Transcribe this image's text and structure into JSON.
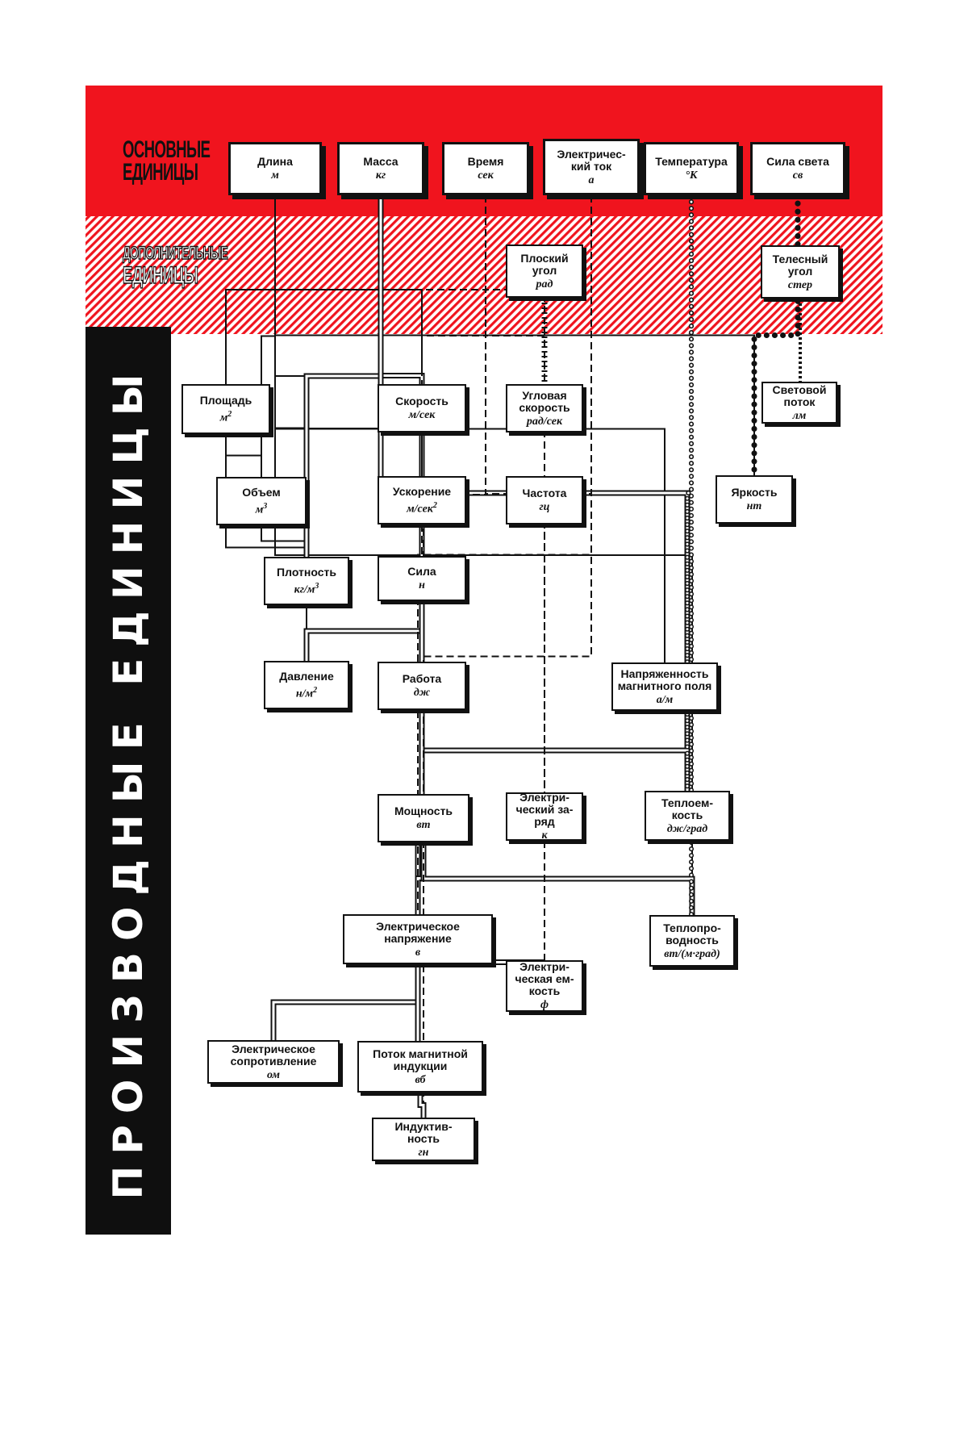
{
  "colors": {
    "accent_red": "#f0141e",
    "ink": "#111111",
    "paper": "#ffffff"
  },
  "bands": {
    "base_title": "ОСНОВНЫЕ\nЕДИНИЦЫ",
    "supplementary_title": "ДОПОЛНИТЕЛЬНЫЕ\nЕДИНИЦЫ",
    "derived_title": "ПРОИЗВОДНЫЕ ЕДИНИЦЫ"
  },
  "nodes": [
    {
      "id": "length",
      "name": "Длина",
      "unit": "м",
      "group": "base"
    },
    {
      "id": "mass",
      "name": "Масса",
      "unit": "кг",
      "group": "base"
    },
    {
      "id": "time",
      "name": "Время",
      "unit": "сек",
      "group": "base"
    },
    {
      "id": "current",
      "name": "Электричес-\nкий ток",
      "unit": "а",
      "group": "base"
    },
    {
      "id": "temperature",
      "name": "Температура",
      "unit": "°К",
      "group": "base"
    },
    {
      "id": "luminous_intensity",
      "name": "Сила света",
      "unit": "св",
      "group": "base"
    },
    {
      "id": "plane_angle",
      "name": "Плоский\nугол",
      "unit": "рад",
      "group": "supplementary"
    },
    {
      "id": "solid_angle",
      "name": "Телесный\nугол",
      "unit": "стер",
      "group": "supplementary"
    },
    {
      "id": "area",
      "name": "Площадь",
      "unit": "м²",
      "group": "derived"
    },
    {
      "id": "volume",
      "name": "Объем",
      "unit": "м³",
      "group": "derived"
    },
    {
      "id": "density",
      "name": "Плотность",
      "unit": "кг/м³",
      "group": "derived"
    },
    {
      "id": "velocity",
      "name": "Скорость",
      "unit": "м/сек",
      "group": "derived"
    },
    {
      "id": "angular_velocity",
      "name": "Угловая\nскорость",
      "unit": "рад/сек",
      "group": "derived"
    },
    {
      "id": "acceleration",
      "name": "Ускорение",
      "unit": "м/сек²",
      "group": "derived"
    },
    {
      "id": "frequency",
      "name": "Частота",
      "unit": "гц",
      "group": "derived"
    },
    {
      "id": "luminous_flux",
      "name": "Световой\nпоток",
      "unit": "лм",
      "group": "derived"
    },
    {
      "id": "luminance",
      "name": "Яркость",
      "unit": "нт",
      "group": "derived"
    },
    {
      "id": "force",
      "name": "Сила",
      "unit": "н",
      "group": "derived"
    },
    {
      "id": "pressure",
      "name": "Давление",
      "unit": "н/м²",
      "group": "derived"
    },
    {
      "id": "work",
      "name": "Работа",
      "unit": "дж",
      "group": "derived"
    },
    {
      "id": "magnetic_field",
      "name": "Напряженность\nмагнитного поля",
      "unit": "а/м",
      "group": "derived"
    },
    {
      "id": "power",
      "name": "Мощность",
      "unit": "вт",
      "group": "derived"
    },
    {
      "id": "charge",
      "name": "Электри-\nческий за-\nряд",
      "unit": "к",
      "group": "derived"
    },
    {
      "id": "heat_capacity",
      "name": "Теплоем-\nкость",
      "unit": "дж/град",
      "group": "derived"
    },
    {
      "id": "voltage",
      "name": "Электрическое\nнапряжение",
      "unit": "в",
      "group": "derived"
    },
    {
      "id": "thermal_conductivity",
      "name": "Теплопро-\nводность",
      "unit": "вт/(м·град)",
      "group": "derived"
    },
    {
      "id": "capacitance",
      "name": "Электри-\nческая ем-\nкость",
      "unit": "ф",
      "group": "derived"
    },
    {
      "id": "resistance",
      "name": "Электрическое\nсопротивление",
      "unit": "ом",
      "group": "derived"
    },
    {
      "id": "magnetic_flux",
      "name": "Поток магнитной\nиндукции",
      "unit": "вб",
      "group": "derived"
    },
    {
      "id": "inductance",
      "name": "Индуктив-\nность",
      "unit": "гн",
      "group": "derived"
    }
  ],
  "edges": [
    {
      "from": "length",
      "to": "area",
      "style": "solid"
    },
    {
      "from": "length",
      "to": "volume",
      "style": "solid"
    },
    {
      "from": "length",
      "to": "density",
      "style": "solid"
    },
    {
      "from": "length",
      "to": "velocity",
      "style": "solid"
    },
    {
      "from": "length",
      "to": "pressure",
      "style": "solid"
    },
    {
      "from": "length",
      "to": "work",
      "style": "solid"
    },
    {
      "from": "length",
      "to": "magnetic_field",
      "style": "solid"
    },
    {
      "from": "length",
      "to": "thermal_conductivity",
      "style": "solid"
    },
    {
      "from": "length",
      "to": "luminance",
      "style": "solid"
    },
    {
      "from": "area",
      "to": "volume",
      "style": "solid"
    },
    {
      "from": "area",
      "to": "pressure",
      "style": "solid"
    },
    {
      "from": "volume",
      "to": "density",
      "style": "solid"
    },
    {
      "from": "mass",
      "to": "density",
      "style": "double"
    },
    {
      "from": "mass",
      "to": "force",
      "style": "double"
    },
    {
      "from": "mass",
      "to": "heat_capacity",
      "style": "double"
    },
    {
      "from": "time",
      "to": "velocity",
      "style": "dashed"
    },
    {
      "from": "time",
      "to": "acceleration",
      "style": "dashed"
    },
    {
      "from": "time",
      "to": "frequency",
      "style": "dashed"
    },
    {
      "from": "time",
      "to": "angular_velocity",
      "style": "dashed"
    },
    {
      "from": "time",
      "to": "power",
      "style": "dashed"
    },
    {
      "from": "time",
      "to": "charge",
      "style": "dashed"
    },
    {
      "from": "plane_angle",
      "to": "angular_velocity",
      "style": "cross"
    },
    {
      "from": "velocity",
      "to": "acceleration",
      "style": "dashed"
    },
    {
      "from": "acceleration",
      "to": "force",
      "style": "dashed"
    },
    {
      "from": "force",
      "to": "pressure",
      "style": "double"
    },
    {
      "from": "force",
      "to": "work",
      "style": "double"
    },
    {
      "from": "work",
      "to": "power",
      "style": "double"
    },
    {
      "from": "work",
      "to": "heat_capacity",
      "style": "double"
    },
    {
      "from": "work",
      "to": "voltage",
      "style": "double"
    },
    {
      "from": "power",
      "to": "voltage",
      "style": "double"
    },
    {
      "from": "power",
      "to": "thermal_conductivity",
      "style": "double"
    },
    {
      "from": "current",
      "to": "charge",
      "style": "dashed"
    },
    {
      "from": "current",
      "to": "magnetic_field",
      "style": "dashed"
    },
    {
      "from": "current",
      "to": "voltage",
      "style": "dashed"
    },
    {
      "from": "current",
      "to": "inductance",
      "style": "dashed"
    },
    {
      "from": "charge",
      "to": "capacitance",
      "style": "dashed"
    },
    {
      "from": "voltage",
      "to": "capacitance",
      "style": "double"
    },
    {
      "from": "voltage",
      "to": "resistance",
      "style": "double"
    },
    {
      "from": "voltage",
      "to": "magnetic_flux",
      "style": "double"
    },
    {
      "from": "magnetic_flux",
      "to": "inductance",
      "style": "double"
    },
    {
      "from": "temperature",
      "to": "heat_capacity",
      "style": "dotted"
    },
    {
      "from": "temperature",
      "to": "thermal_conductivity",
      "style": "dotted"
    },
    {
      "from": "luminous_intensity",
      "to": "solid_angle",
      "style": "dots"
    },
    {
      "from": "luminous_intensity",
      "to": "luminance",
      "style": "dots"
    },
    {
      "from": "solid_angle",
      "to": "luminous_flux",
      "style": "zigzag"
    }
  ]
}
